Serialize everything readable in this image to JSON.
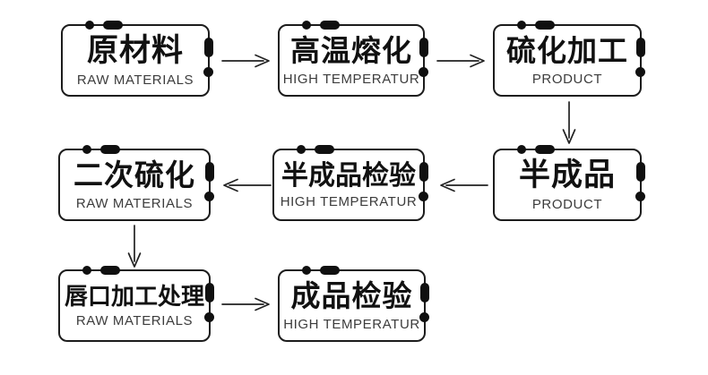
{
  "diagram": {
    "background": "#ffffff",
    "colors": {
      "node_border": "#1c1c1c",
      "title_text": "#111111",
      "subtitle_text": "#3c3c3c",
      "arrow": "#222222"
    },
    "nodes": [
      {
        "id": "raw-materials",
        "zh": "原材料",
        "en": "RAW MATERIALS"
      },
      {
        "id": "high-temperature-melting",
        "zh": "高温熔化",
        "en": "HIGH TEMPERATUR"
      },
      {
        "id": "vulcanization-processing",
        "zh": "硫化加工",
        "en": "PRODUCT"
      },
      {
        "id": "semi-finished-product",
        "zh": "半成品",
        "en": "PRODUCT"
      },
      {
        "id": "semi-finished-inspection",
        "zh": "半成品检验",
        "en": "HIGH TEMPERATUR"
      },
      {
        "id": "secondary-vulcanization",
        "zh": "二次硫化",
        "en": "RAW MATERIALS"
      },
      {
        "id": "lip-processing",
        "zh": "唇口加工处理",
        "en": "RAW MATERIALS"
      },
      {
        "id": "finished-product-inspection",
        "zh": "成品检验",
        "en": "HIGH TEMPERATUR"
      }
    ],
    "edges": [
      {
        "from": "raw-materials",
        "to": "high-temperature-melting",
        "direction": "right"
      },
      {
        "from": "high-temperature-melting",
        "to": "vulcanization-processing",
        "direction": "right"
      },
      {
        "from": "vulcanization-processing",
        "to": "semi-finished-product",
        "direction": "down"
      },
      {
        "from": "semi-finished-product",
        "to": "semi-finished-inspection",
        "direction": "left"
      },
      {
        "from": "semi-finished-inspection",
        "to": "secondary-vulcanization",
        "direction": "left"
      },
      {
        "from": "secondary-vulcanization",
        "to": "lip-processing",
        "direction": "down"
      },
      {
        "from": "lip-processing",
        "to": "finished-product-inspection",
        "direction": "right"
      }
    ]
  }
}
